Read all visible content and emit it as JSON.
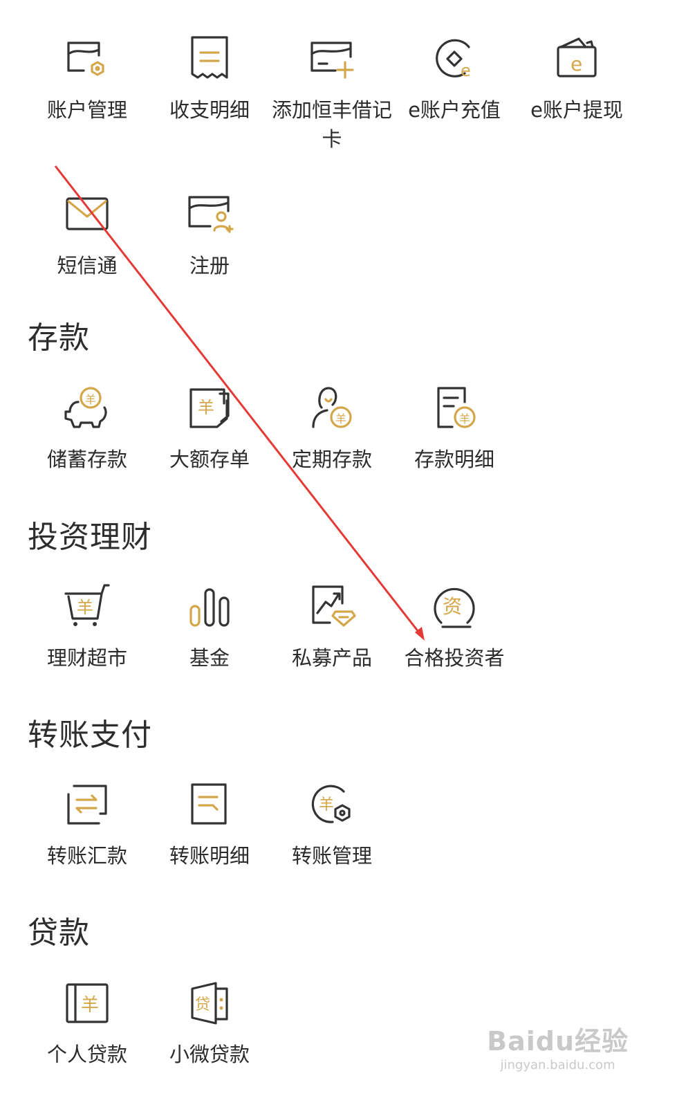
{
  "account_tiles": [
    {
      "label": "账户管理",
      "icon": "card-settings-icon"
    },
    {
      "label": "收支明细",
      "icon": "receipt-icon"
    },
    {
      "label": "添加恒丰借记卡",
      "icon": "add-card-icon"
    },
    {
      "label": "e账户充值",
      "icon": "e-recharge-icon"
    },
    {
      "label": "e账户提现",
      "icon": "e-withdraw-wallet-icon"
    },
    {
      "label": "短信通",
      "icon": "sms-envelope-icon"
    },
    {
      "label": "注册",
      "icon": "card-user-register-icon"
    }
  ],
  "sections": {
    "deposit": {
      "title": "存款",
      "items": [
        {
          "label": "储蓄存款",
          "icon": "piggy-bank-icon"
        },
        {
          "label": "大额存单",
          "icon": "certificate-yuan-icon"
        },
        {
          "label": "定期存款",
          "icon": "person-yuan-icon"
        },
        {
          "label": "存款明细",
          "icon": "document-yuan-icon"
        }
      ]
    },
    "invest": {
      "title": "投资理财",
      "items": [
        {
          "label": "理财超市",
          "icon": "shopping-cart-yuan-icon"
        },
        {
          "label": "基金",
          "icon": "bar-chart-icon"
        },
        {
          "label": "私募产品",
          "icon": "trend-diamond-icon"
        },
        {
          "label": "合格投资者",
          "icon": "qualified-investor-icon"
        }
      ]
    },
    "transfer": {
      "title": "转账支付",
      "items": [
        {
          "label": "转账汇款",
          "icon": "transfer-arrows-icon"
        },
        {
          "label": "转账明细",
          "icon": "transfer-list-icon"
        },
        {
          "label": "转账管理",
          "icon": "yuan-settings-icon"
        }
      ]
    },
    "loan": {
      "title": "贷款",
      "items": [
        {
          "label": "个人贷款",
          "icon": "personal-loan-icon"
        },
        {
          "label": "小微贷款",
          "icon": "micro-loan-icon"
        }
      ]
    }
  },
  "icon_glyphs": {
    "yuan": "羊",
    "e": "e",
    "zi": "资",
    "dai": "贷"
  },
  "annotation": {
    "color": "#e53935",
    "points_to": "合格投资者"
  },
  "watermark": {
    "main": "Baidu经验",
    "sub": "jingyan.baidu.com"
  },
  "colors": {
    "accent": "#d4a64a",
    "icon_stroke": "#333333",
    "text": "#2b2b2b"
  }
}
